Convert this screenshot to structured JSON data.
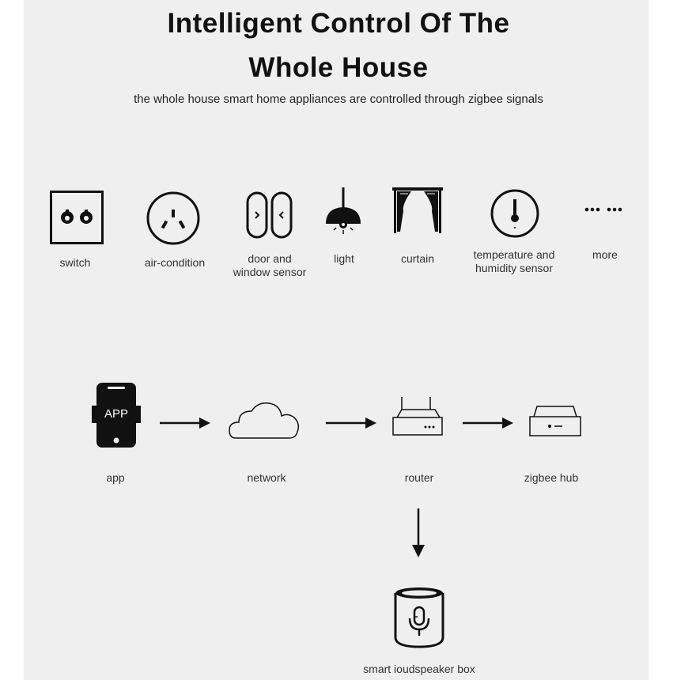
{
  "header": {
    "title_line1": "Intelligent  Control  Of The",
    "title_line2": "Whole  House",
    "subtitle": "the whole  house  smart home  appliances  are  controlled  through  zigbee  signals"
  },
  "devices": [
    {
      "label": "switch",
      "icon": "socket-switch-icon"
    },
    {
      "label": "air-condition",
      "icon": "outlet-icon"
    },
    {
      "label": "door and\nwindow  sensor",
      "icon": "door-sensor-icon"
    },
    {
      "label": "light",
      "icon": "pendant-lamp-icon"
    },
    {
      "label": "curtain",
      "icon": "curtain-icon"
    },
    {
      "label": "temperature and\nhumidity sensor",
      "icon": "thermometer-icon"
    },
    {
      "label": "more",
      "icon": "ellipsis-icon"
    }
  ],
  "flow": {
    "app_icon_text": "APP",
    "app": "app",
    "network": "network",
    "router": "router",
    "hub": "zigbee hub",
    "speaker": "smart  ioudspeaker box"
  },
  "colors": {
    "panel": "#efefef",
    "ink": "#111111"
  }
}
